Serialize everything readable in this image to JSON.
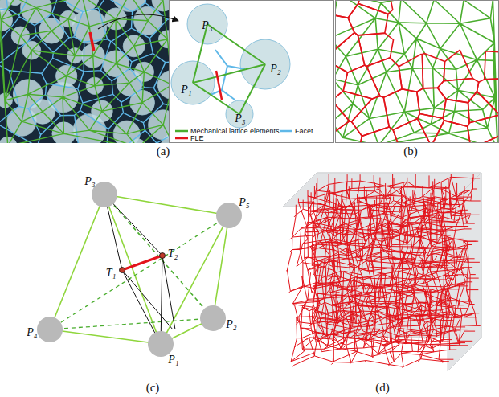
{
  "diagram": {
    "labels": [
      "(a)",
      "P₃",
      "P₂",
      "P₁",
      "P₃",
      "(b)",
      "P₃",
      "P₅",
      "T₁",
      "T₂",
      "P₄",
      "P₂",
      "P₁",
      "(c)",
      "(d)"
    ],
    "legend": [
      {
        "text": "Mechanical lattice elements"
      },
      {
        "text": "FLE"
      },
      {
        "text": "Facet"
      }
    ]
  }
}
